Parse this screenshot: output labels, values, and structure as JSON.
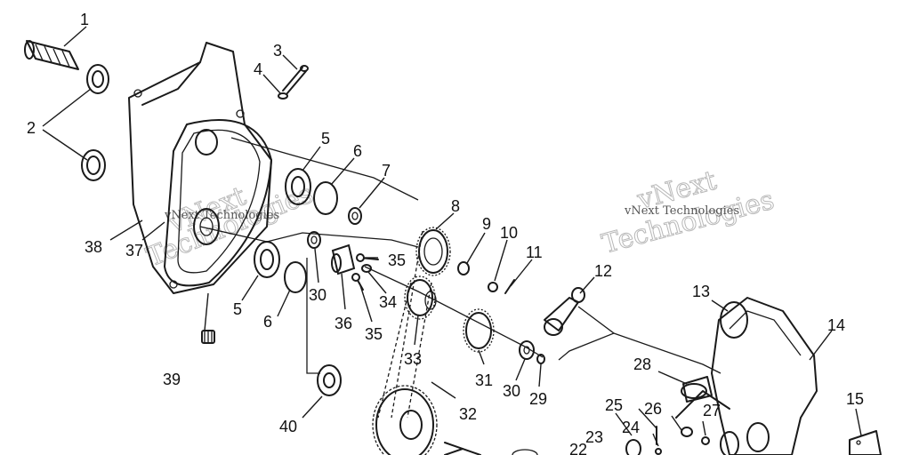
{
  "watermark": {
    "brand_large": "vNext",
    "brand_large_2": "Technologies",
    "brand_small": "vNext Technologies"
  },
  "callouts": [
    {
      "id": "c1",
      "text": "1"
    },
    {
      "id": "c2",
      "text": "2"
    },
    {
      "id": "c3",
      "text": "3"
    },
    {
      "id": "c4",
      "text": "4"
    },
    {
      "id": "c5a",
      "text": "5"
    },
    {
      "id": "c5b",
      "text": "5"
    },
    {
      "id": "c6a",
      "text": "6"
    },
    {
      "id": "c6b",
      "text": "6"
    },
    {
      "id": "c7",
      "text": "7"
    },
    {
      "id": "c8",
      "text": "8"
    },
    {
      "id": "c9",
      "text": "9"
    },
    {
      "id": "c10",
      "text": "10"
    },
    {
      "id": "c11",
      "text": "11"
    },
    {
      "id": "c12",
      "text": "12"
    },
    {
      "id": "c13",
      "text": "13"
    },
    {
      "id": "c14",
      "text": "14"
    },
    {
      "id": "c15",
      "text": "15"
    },
    {
      "id": "c22",
      "text": "22"
    },
    {
      "id": "c23",
      "text": "23"
    },
    {
      "id": "c24",
      "text": "24"
    },
    {
      "id": "c25",
      "text": "25"
    },
    {
      "id": "c26",
      "text": "26"
    },
    {
      "id": "c27",
      "text": "27"
    },
    {
      "id": "c28",
      "text": "28"
    },
    {
      "id": "c29",
      "text": "29"
    },
    {
      "id": "c30a",
      "text": "30"
    },
    {
      "id": "c30b",
      "text": "30"
    },
    {
      "id": "c31",
      "text": "31"
    },
    {
      "id": "c32",
      "text": "32"
    },
    {
      "id": "c33",
      "text": "33"
    },
    {
      "id": "c34",
      "text": "34"
    },
    {
      "id": "c35a",
      "text": "35"
    },
    {
      "id": "c35b",
      "text": "35"
    },
    {
      "id": "c36",
      "text": "36"
    },
    {
      "id": "c37",
      "text": "37"
    },
    {
      "id": "c38",
      "text": "38"
    },
    {
      "id": "c39",
      "text": "39"
    },
    {
      "id": "c40",
      "text": "40"
    }
  ]
}
